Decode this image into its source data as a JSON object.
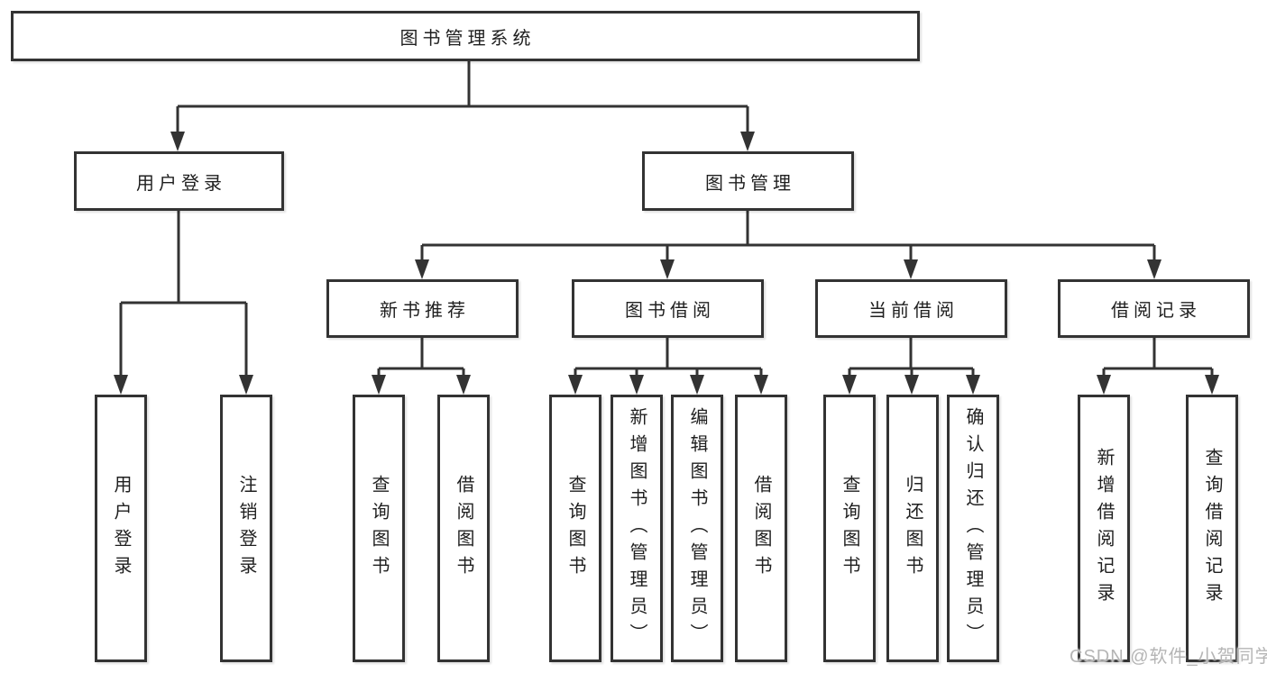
{
  "diagram": {
    "root": "图书管理系统",
    "user_login": {
      "label": "用户登录",
      "children": [
        "用户登录",
        "注销登录"
      ]
    },
    "book_management": {
      "label": "图书管理",
      "sections": [
        {
          "label": "新书推荐",
          "children": [
            "查询图书",
            "借阅图书"
          ]
        },
        {
          "label": "图书借阅",
          "children": [
            "查询图书",
            "新增图书（管理员）",
            "编辑图书（管理员）",
            "借阅图书"
          ]
        },
        {
          "label": "当前借阅",
          "children": [
            "查询图书",
            "归还图书",
            "确认归还（管理员）"
          ]
        },
        {
          "label": "借阅记录",
          "children": [
            "新增借阅记录",
            "查询借阅记录"
          ]
        }
      ]
    }
  },
  "watermark": "CSDN @软件_小贺同学",
  "colors": {
    "line": "#333333",
    "box_border": "#333333",
    "box_fill": "#ffffff",
    "text": "#1f1f1f",
    "watermark": "#b5b5b5",
    "background": "#ffffff"
  }
}
